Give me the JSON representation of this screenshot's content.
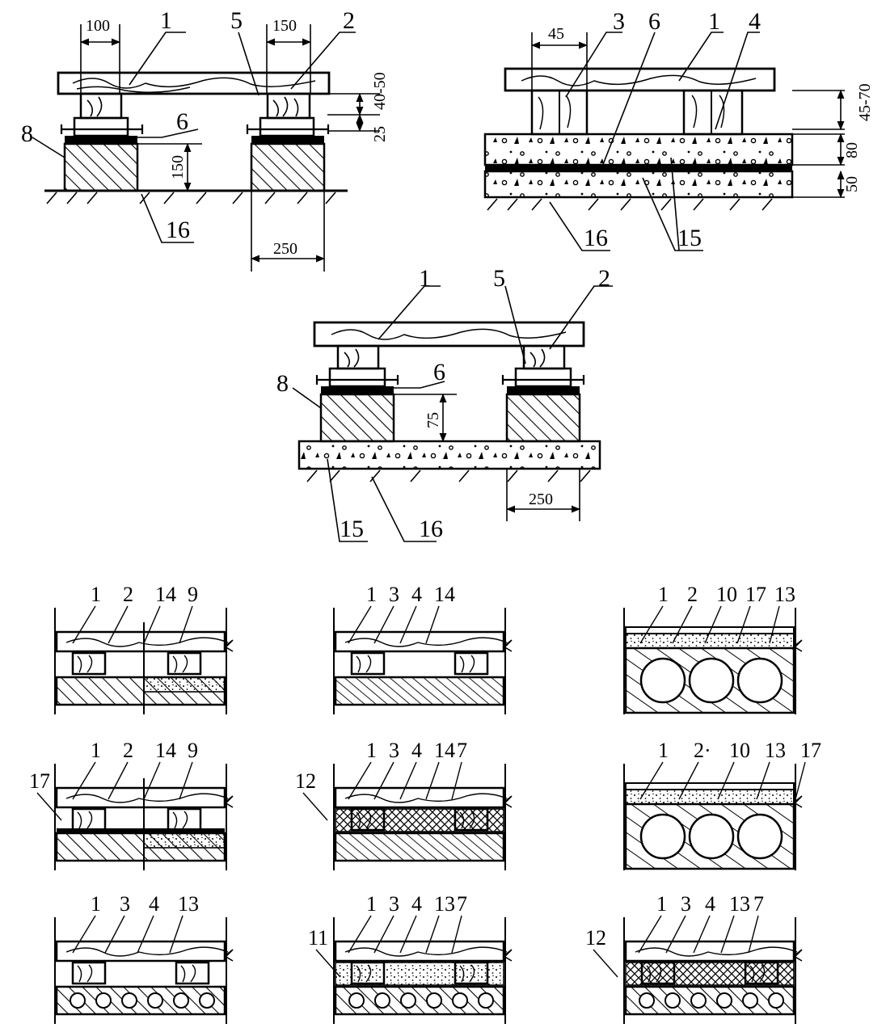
{
  "diagram_1": {
    "dims": {
      "d100": "100",
      "d150w": "150",
      "d4050": "40-50",
      "d25": "25",
      "d150h": "150",
      "d250": "250"
    },
    "labels": {
      "l1": "1",
      "l2": "2",
      "l5": "5",
      "l6": "6",
      "l8": "8",
      "l16": "16"
    }
  },
  "diagram_2": {
    "dims": {
      "d45": "45",
      "d4570": "45-70",
      "d80": "80",
      "d50": "50"
    },
    "labels": {
      "l3": "3",
      "l6": "6",
      "l1": "1",
      "l4": "4",
      "l16": "16",
      "l15": "15"
    }
  },
  "diagram_3": {
    "dims": {
      "d75": "75",
      "d250": "250"
    },
    "labels": {
      "l1": "1",
      "l5": "5",
      "l2": "2",
      "l6": "6",
      "l8": "8",
      "l15": "15",
      "l16": "16"
    }
  },
  "sections": {
    "s1": {
      "labels": [
        "1",
        "2",
        "14",
        "9"
      ]
    },
    "s2": {
      "labels": [
        "1",
        "3",
        "4",
        "14"
      ]
    },
    "s3": {
      "labels": [
        "1",
        "2",
        "10",
        "17",
        "13"
      ]
    },
    "s4": {
      "side": "17",
      "labels": [
        "1",
        "2",
        "14",
        "9"
      ]
    },
    "s5": {
      "side": "12",
      "labels": [
        "1",
        "3",
        "4",
        "14",
        "7"
      ]
    },
    "s6": {
      "labels": [
        "1",
        "2·",
        "10",
        "13",
        "17"
      ]
    },
    "s7": {
      "labels": [
        "1",
        "3",
        "4",
        "13"
      ]
    },
    "s8": {
      "side": "11",
      "labels": [
        "1",
        "3",
        "4",
        "13",
        "7"
      ]
    },
    "s9": {
      "side": "12",
      "labels": [
        "1",
        "3",
        "4",
        "13",
        "7"
      ]
    }
  }
}
